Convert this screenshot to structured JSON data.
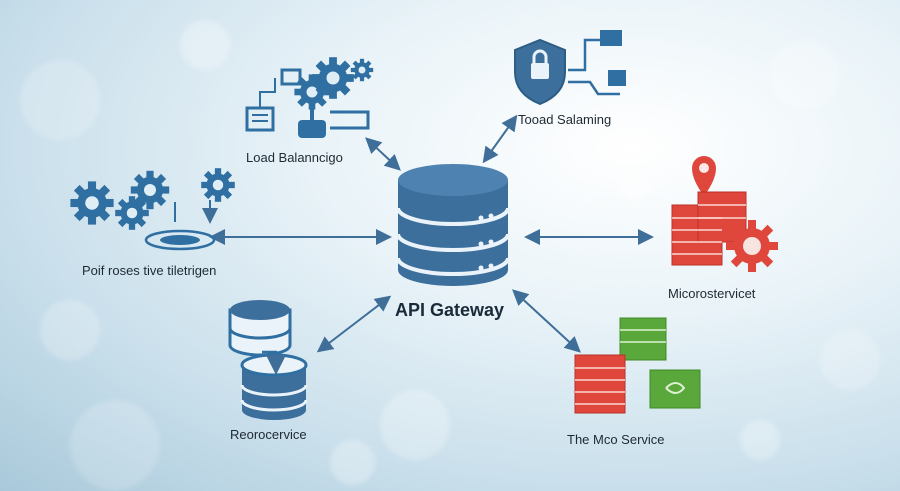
{
  "nodes": {
    "load_balancer": {
      "label": "Load Balanncigo",
      "icon": "gears-servers-icon"
    },
    "token_service": {
      "label": "Toоad Salaming",
      "icon": "shield-lock-icon"
    },
    "left_service": {
      "label": "Poif roses tive tiletrigen",
      "icon": "gears-icon"
    },
    "center": {
      "label": "API Gateway",
      "icon": "database-icon"
    },
    "microservice": {
      "label": "Micorostervicet",
      "icon": "server-location-gear-icon"
    },
    "resource_service": {
      "label": "Reorocervice",
      "icon": "database-sync-icon"
    },
    "mco_service": {
      "label": "The Mco Service",
      "icon": "stacked-servers-icon"
    }
  },
  "colors": {
    "primary": "#3d6f9c",
    "arrow": "#3f6e98",
    "red": "#e0473c",
    "green": "#5aa83c",
    "teal": "#2f6fa1"
  }
}
